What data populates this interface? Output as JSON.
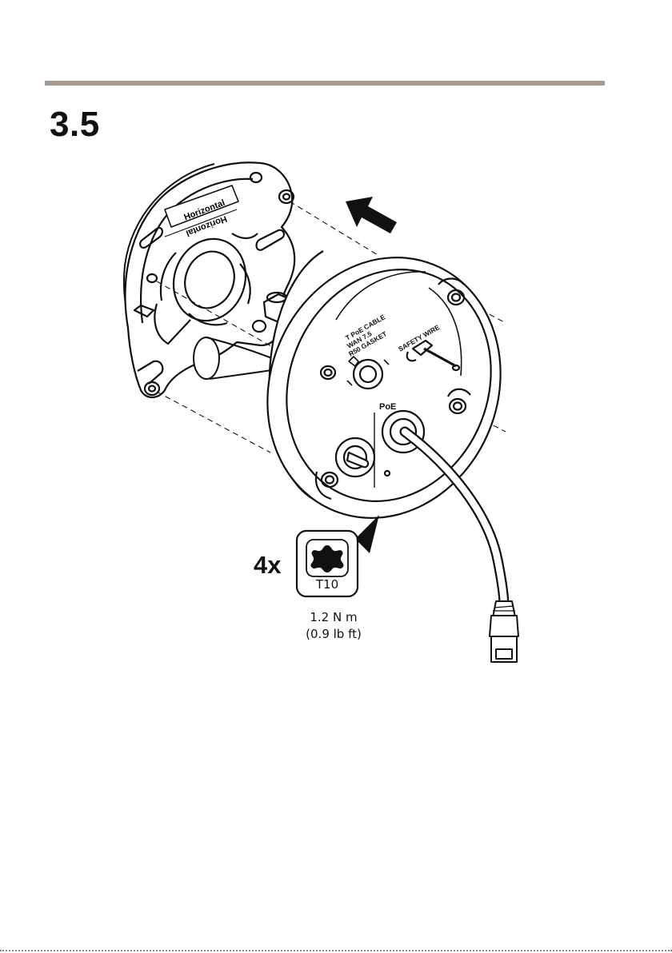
{
  "step": {
    "number": "3.5"
  },
  "illustration": {
    "bracket_label_top": "Horizontal",
    "bracket_label_bottom": "Horizontal",
    "housing_label_cable_1": "T PoE CABLE",
    "housing_label_cable_2": "WAN 7.5",
    "housing_label_cable_3": "R50 GASKET",
    "housing_label_safety": "SAFETY WIRE",
    "housing_label_poe": "PoE",
    "direction_icon": "arrow-icon"
  },
  "fastener": {
    "quantity": "4x",
    "tool": "T10",
    "tool_icon": "torx-icon",
    "torque_metric": "1.2 N m",
    "torque_imperial": "(0.9 lb ft)"
  },
  "colors": {
    "rule": "#a79b93",
    "ink": "#111111"
  }
}
